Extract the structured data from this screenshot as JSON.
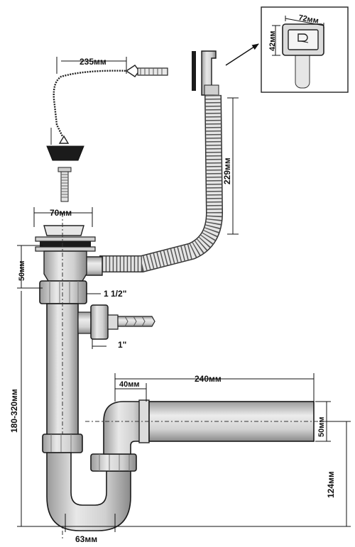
{
  "labels": {
    "chain_length": "235мм",
    "strainer_diameter": "70мм",
    "hose_length": "229мм",
    "overflow_width": "72мм",
    "overflow_height": "42мм",
    "upper_segment": "50мм",
    "main_thread": "1 1/2\"",
    "side_outlet": "1\"",
    "total_height": "180-320мм",
    "pipe_reach": "240мм",
    "pipe_offset": "40мм",
    "pipe_diameter": "50мм",
    "outlet_height": "124мм",
    "trap_spacing": "63мм"
  },
  "colors": {
    "line": "#1a1a1a",
    "pipe_fill": "#d9d9d9",
    "pipe_shade": "#a6a6a6",
    "rubber": "#1b1b1b",
    "hose_fill": "#e2e2e2"
  }
}
